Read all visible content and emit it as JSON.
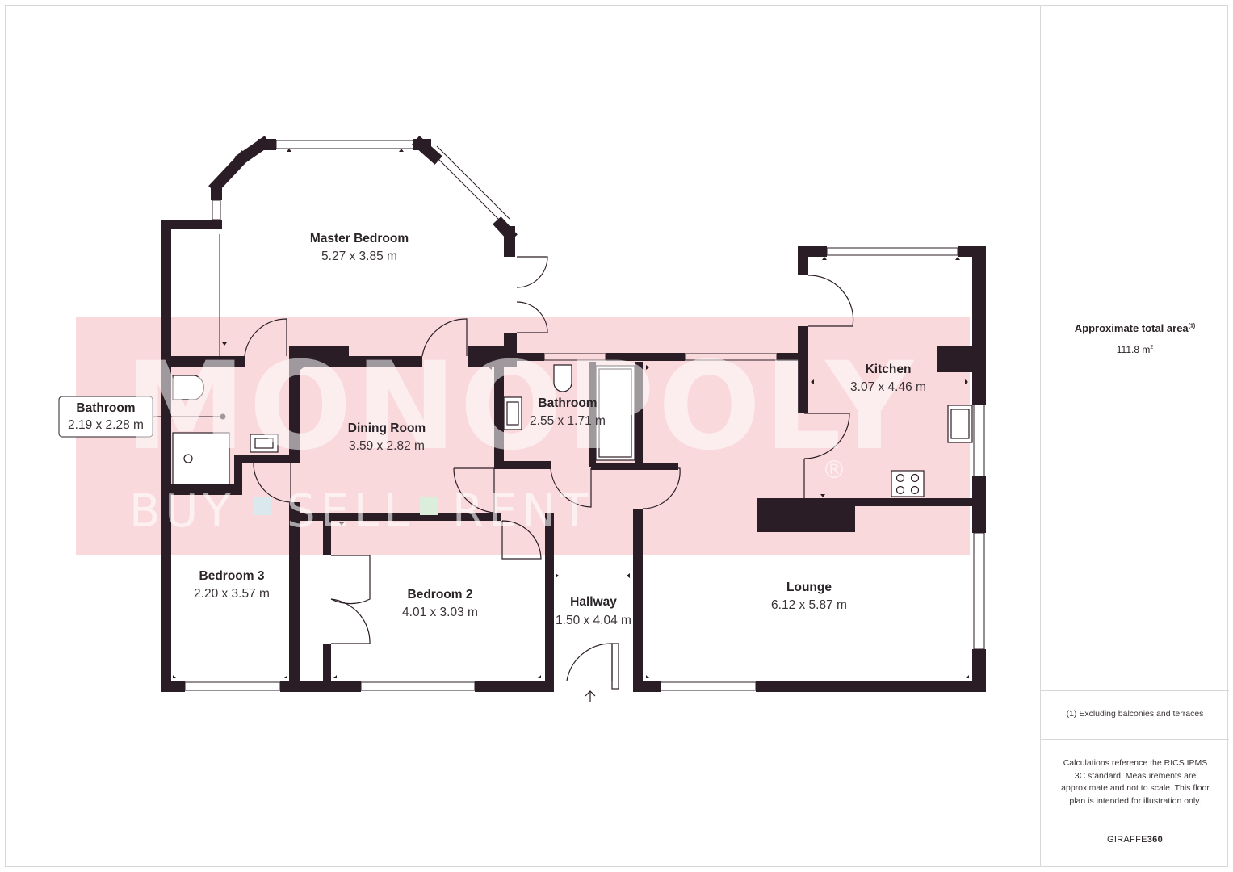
{
  "rooms": {
    "master_bedroom": {
      "name": "Master Bedroom",
      "dim": "5.27 x 3.85 m"
    },
    "kitchen": {
      "name": "Kitchen",
      "dim": "3.07 x 4.46 m"
    },
    "bathroom_main": {
      "name": "Bathroom",
      "dim": "2.55 x 1.71 m"
    },
    "bathroom_ensuite": {
      "name": "Bathroom",
      "dim": "2.19 x 2.28 m"
    },
    "dining_room": {
      "name": "Dining Room",
      "dim": "3.59 x 2.82 m"
    },
    "bedroom3": {
      "name": "Bedroom 3",
      "dim": "2.20 x 3.57 m"
    },
    "bedroom2": {
      "name": "Bedroom 2",
      "dim": "4.01 x 3.03 m"
    },
    "hallway": {
      "name": "Hallway",
      "dim": "1.50 x 4.04 m"
    },
    "lounge": {
      "name": "Lounge",
      "dim": "6.12 x 5.87 m"
    }
  },
  "watermark": {
    "brand": "MONOPOLY",
    "registered": "®",
    "tagline_1": "BUY",
    "tagline_2": "SELL",
    "tagline_3": "RENT",
    "band_color": "#f9d9dc",
    "square_color_1": "#dbe9ef",
    "square_color_2": "#dbeedb"
  },
  "panel": {
    "area_title": "Approximate total area",
    "area_title_note": "(1)",
    "area_value": "111.8 m",
    "area_unit_power": "2",
    "footnote": "(1) Excluding balconies and terraces",
    "disclaimer": "Calculations reference the RICS IPMS 3C standard. Measurements are approximate and not to scale. This floor plan is intended for illustration only.",
    "brand_prefix": "GIRAFFE",
    "brand_suffix": "360"
  },
  "colors": {
    "wall": "#2b1d26",
    "text": "#2a2328",
    "line": "#2b1d26"
  }
}
